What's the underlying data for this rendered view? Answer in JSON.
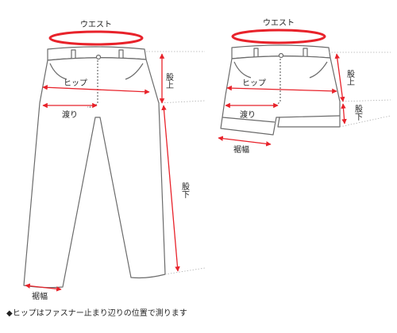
{
  "labels": {
    "waist": "ウエスト",
    "hip": "ヒップ",
    "rise": "渡り",
    "hem": "裾幅",
    "crotch_up": "股上",
    "crotch_down": "股下"
  },
  "footnote": "◆ヒップはファスナー止まり辺りの位置で測ります",
  "colors": {
    "measure_line": "#e8222a",
    "outline": "#6b6b6b",
    "guide": "#b0b0b0"
  }
}
